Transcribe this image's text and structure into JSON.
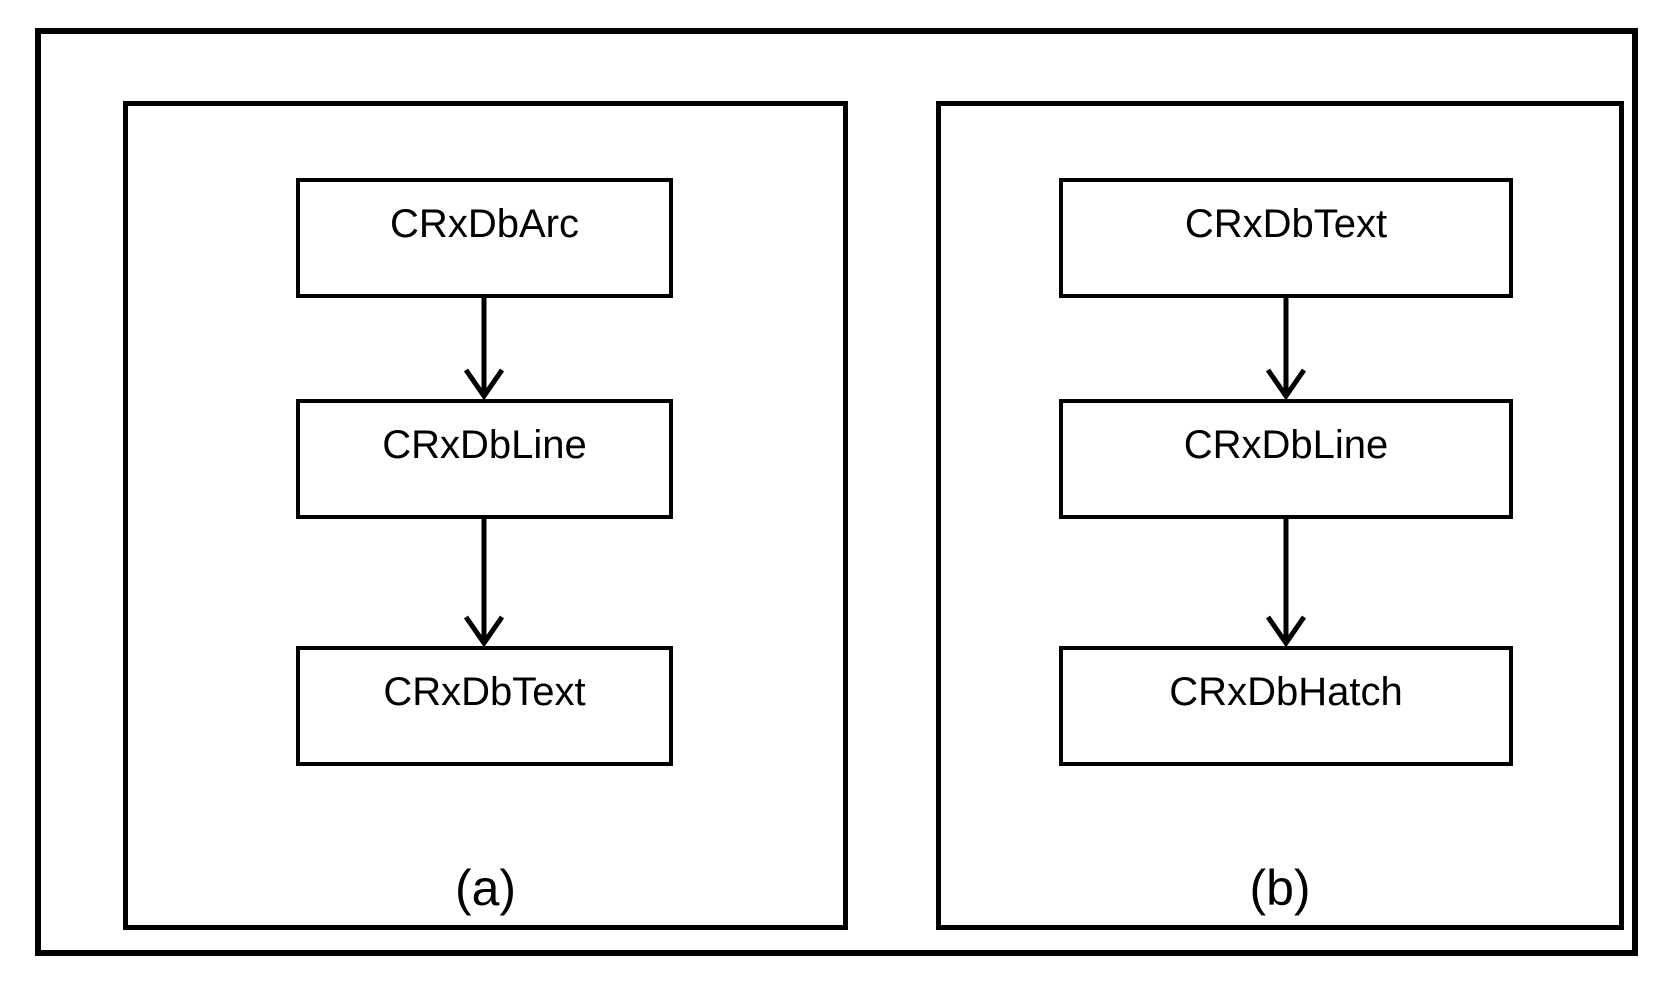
{
  "diagram": {
    "description": "Two side-by-side flow diagrams showing vertical chains of class boxes connected by downward arrows",
    "panels": [
      {
        "caption": "(a)",
        "boxes": [
          "CRxDbArc",
          "CRxDbLine",
          "CRxDbText"
        ],
        "flow": "CRxDbArc -> CRxDbLine -> CRxDbText"
      },
      {
        "caption": "(b)",
        "boxes": [
          "CRxDbText",
          "CRxDbLine",
          "CRxDbHatch"
        ],
        "flow": "CRxDbText -> CRxDbLine -> CRxDbHatch"
      }
    ],
    "colors": {
      "line": "#000000",
      "background": "#ffffff"
    }
  }
}
